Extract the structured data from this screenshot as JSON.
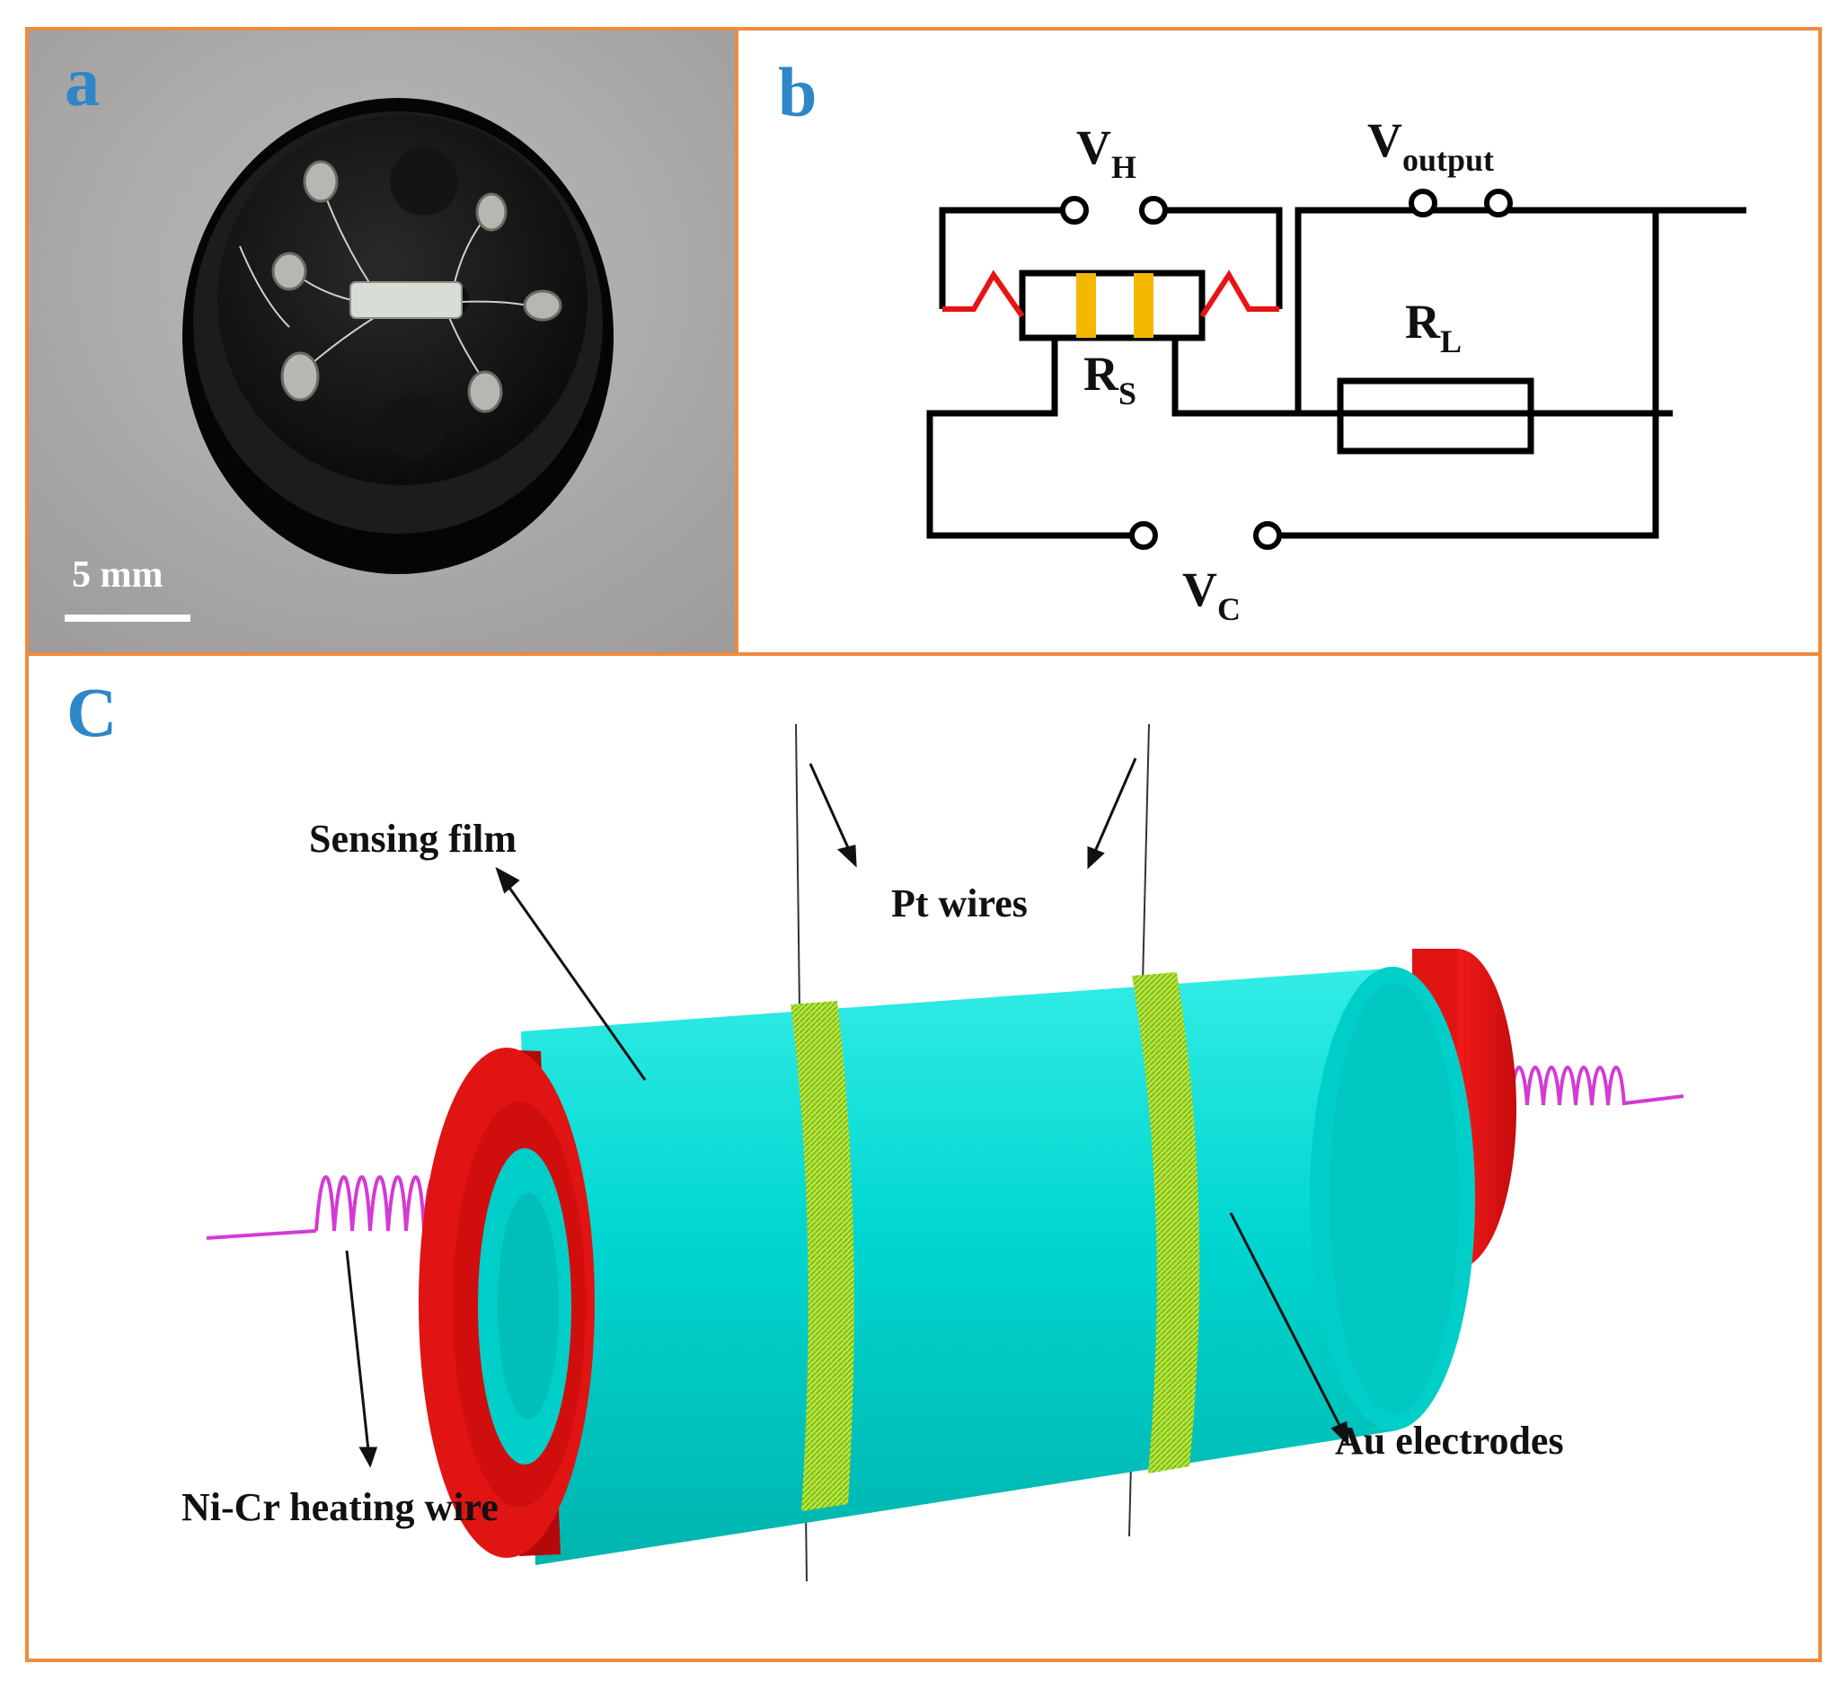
{
  "panel_a": {
    "label": "a",
    "scale_text": "5 mm"
  },
  "panel_b": {
    "label": "b",
    "vh": {
      "main": "V",
      "sub": "H"
    },
    "voutput": {
      "main": "V",
      "sub": "output"
    },
    "rl": {
      "main": "R",
      "sub": "L"
    },
    "rs": {
      "main": "R",
      "sub": "S"
    },
    "vc": {
      "main": "V",
      "sub": "C"
    }
  },
  "panel_c": {
    "label": "C",
    "sensing_film": "Sensing film",
    "pt_wires": "Pt wires",
    "au_electrodes": "Au electrodes",
    "heating_wire": "Ni-Cr heating wire"
  },
  "colors": {
    "border": "#f08a3c",
    "label": "#2e86c8",
    "cyan": "#00d6d0",
    "red": "#e81414",
    "magenta": "#d43ad4",
    "electrode": "#9ad82a",
    "orange_band": "#f5b800"
  }
}
